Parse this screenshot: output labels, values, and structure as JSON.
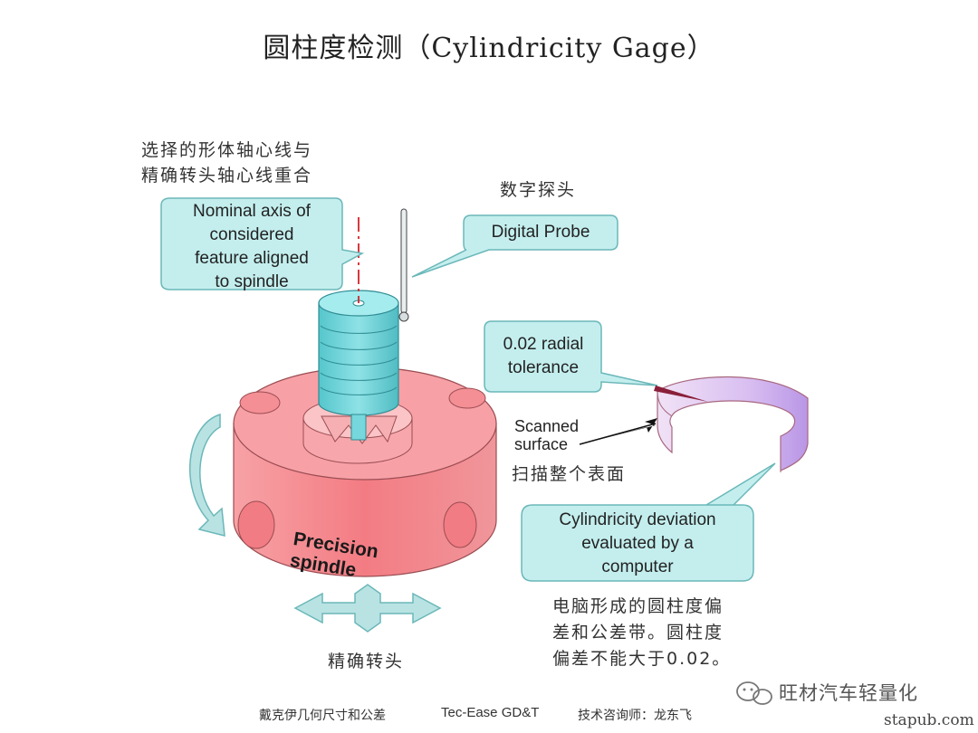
{
  "title": "圆柱度检测（Cylindricity Gage）",
  "labels": {
    "axis_cn_line1": "选择的形体轴心线与",
    "axis_cn_line2": "精确转头轴心线重合",
    "axis_en_line1": "Nominal axis of",
    "axis_en_line2": "considered",
    "axis_en_line3": "feature aligned",
    "axis_en_line4": "to spindle",
    "probe_cn": "数字探头",
    "probe_en": "Digital Probe",
    "tol_en_line1": "0.02 radial",
    "tol_en_line2": "tolerance",
    "scanned_line1": "Scanned",
    "scanned_line2": "surface",
    "scan_cn": "扫描整个表面",
    "dev_en_line1": "Cylindricity deviation",
    "dev_en_line2": "evaluated by a",
    "dev_en_line3": "computer",
    "dev_cn_line1": "电脑形成的圆柱度偏",
    "dev_cn_line2": "差和公差带。圆柱度",
    "dev_cn_line3": "偏差不能大于0.02。",
    "spindle_label": "Precision spindle",
    "spindle_cn": "精确转头"
  },
  "footer": {
    "left": "戴克伊几何尺寸和公差",
    "center": "Tec-Ease GD&T",
    "right": "技术咨询师：龙东飞"
  },
  "watermark": {
    "text": "旺材汽车轻量化",
    "site": "stapub.com",
    "icon": "wechat-icon"
  },
  "colors": {
    "callout_fill": "#c4eeee",
    "spindle_fill": "#f58a90",
    "part_fill": "#76d7dc",
    "arrow_fill": "#b9e3e3",
    "band_fill": "#cfb6ee"
  }
}
